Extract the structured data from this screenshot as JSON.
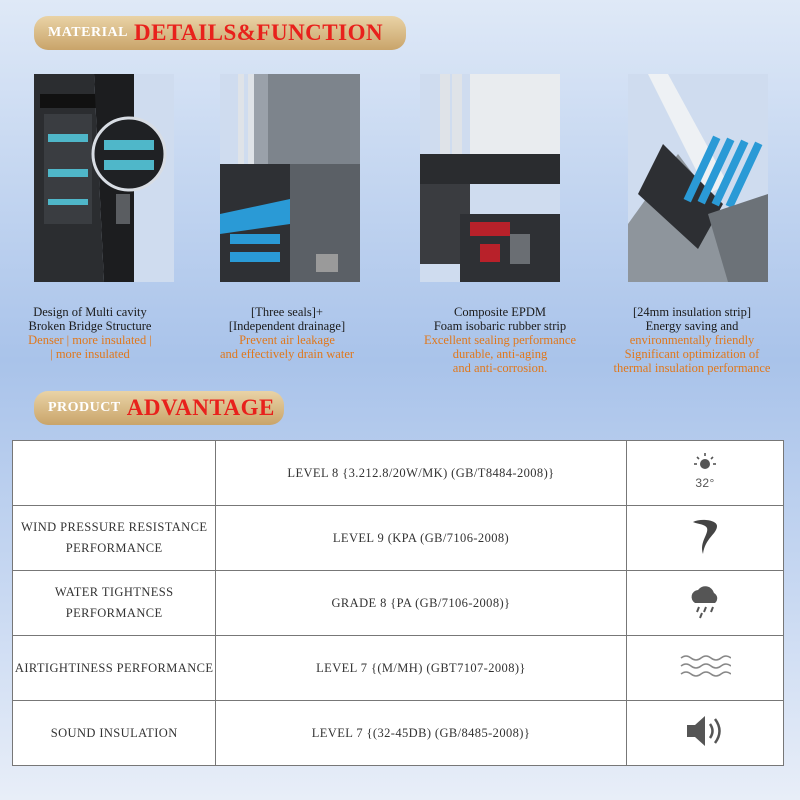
{
  "material_banner": {
    "small": "MATERIAL",
    "big": "DETAILS&FUNCTION"
  },
  "features": [
    {
      "lines": [
        "Design of Multi cavity",
        "Broken Bridge Structure"
      ],
      "highlights": [
        "Denser | more insulated |",
        "| more insulated"
      ]
    },
    {
      "lines": [
        "[Three seals]+",
        "[Independent drainage]"
      ],
      "highlights": [
        "Prevent air leakage",
        "and effectively drain water"
      ]
    },
    {
      "lines": [
        "Composite EPDM",
        "Foam isobaric rubber strip"
      ],
      "highlights": [
        "Excellent sealing performance",
        "durable, anti-aging",
        "and anti-corrosion."
      ]
    },
    {
      "lines": [
        "[24mm insulation strip]",
        "Energy saving and"
      ],
      "highlights": [
        "environmentally friendly",
        "Significant optimization of",
        "thermal insulation performance"
      ]
    }
  ],
  "product_banner": {
    "small": "PRODUCT",
    "big": "ADVANTAGE"
  },
  "advantages": [
    {
      "name": "",
      "value": "LEVEL 8 {3.212.8/20W/MK) (GB/T8484-2008)}",
      "icon": "sun-temperature-icon",
      "icon_text": "32°"
    },
    {
      "name": "WIND PRESSURE RESISTANCE PERFORMANCE",
      "value": "LEVEL 9 (KPA (GB/7106-2008)",
      "icon": "wind-icon"
    },
    {
      "name": "WATER TIGHTNESS PERFORMANCE",
      "value": "GRADE 8 {PA (GB/7106-2008)}",
      "icon": "rain-cloud-icon"
    },
    {
      "name": "AIRTIGHTINESS PERFORMANCE",
      "value": "LEVEL 7 {(M/MH) (GBT7107-2008)}",
      "icon": "air-waves-icon"
    },
    {
      "name": "SOUND INSULATION",
      "value": "LEVEL 7 {(32-45DB) (GB/8485-2008)}",
      "icon": "speaker-icon"
    }
  ],
  "colors": {
    "accent_red": "#e8211c",
    "highlight_orange": "#e0781c",
    "banner_gold": "#c9a46a"
  }
}
